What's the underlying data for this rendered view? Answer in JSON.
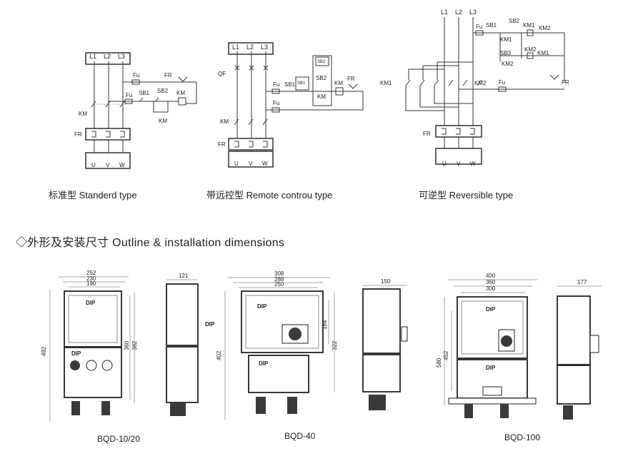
{
  "schematics": {
    "standard": {
      "caption": "标准型 Standerd type",
      "phases": [
        "L1",
        "L2",
        "L3"
      ],
      "outputs": [
        "U",
        "V",
        "W"
      ],
      "labels": {
        "fu1": "Fu",
        "fu2": "Fu",
        "fr_top": "FR",
        "sb1": "SB1",
        "sb2": "SB2",
        "km_coil": "KM",
        "km_contact": "KM",
        "km_main": "KM",
        "fr_main": "FR"
      }
    },
    "remote": {
      "caption": "带远控型 Remote controu type",
      "phases": [
        "L1",
        "L2",
        "L3"
      ],
      "outputs": [
        "U",
        "V",
        "W"
      ],
      "labels": {
        "qf": "QF",
        "fu1": "Fu",
        "fu2": "Fu",
        "sb1": "SB1",
        "sb1r": "SB1",
        "sb2": "SB2",
        "sb2r": "SB2",
        "km_coil": "KM",
        "km_contact": "KM",
        "fr_top": "FR",
        "km_main": "KM",
        "fr_main": "FR"
      }
    },
    "reversible": {
      "caption": "可逆型 Reversible type",
      "phases": [
        "L1",
        "L2",
        "L3"
      ],
      "outputs": [
        "U",
        "V",
        "W"
      ],
      "labels": {
        "fu_top": "Fu",
        "sb1": "SB1",
        "sb2": "SB2",
        "km1a": "KM1",
        "km2a": "KM2",
        "km1b": "KM1",
        "sb3": "SB3",
        "km2b": "KM2",
        "km1c": "KM1",
        "km2c": "KM2",
        "km1_main": "KM1",
        "km2_main": "KM2",
        "fu_mid": "Fu",
        "fr_right": "FR",
        "fr_main": "FR"
      }
    }
  },
  "section_heading": "◇外形及安装尺寸 Outline & installation dimensions",
  "models": [
    {
      "name": "BQD-10/20",
      "label_dip": "DIP",
      "dims_front": [
        "252",
        "230",
        "190"
      ],
      "dims_left": "492",
      "dims_right": [
        "360",
        "382"
      ],
      "side_depth": "121",
      "side_dip": "DIP",
      "box_dips": [
        "DIP",
        "DIP"
      ]
    },
    {
      "name": "BQD-40",
      "dims_front": [
        "308",
        "288",
        "250"
      ],
      "dims_left": "402",
      "dims_right": [
        "164",
        "322"
      ],
      "side_depth": "150",
      "box_dips": [
        "DIP",
        "DIP"
      ]
    },
    {
      "name": "BQD-100",
      "dims_front": [
        "400",
        "360",
        "300"
      ],
      "dims_left": [
        "580",
        "452"
      ],
      "side_depth": "177",
      "box_dips": [
        "DIP",
        "DIP"
      ]
    }
  ]
}
